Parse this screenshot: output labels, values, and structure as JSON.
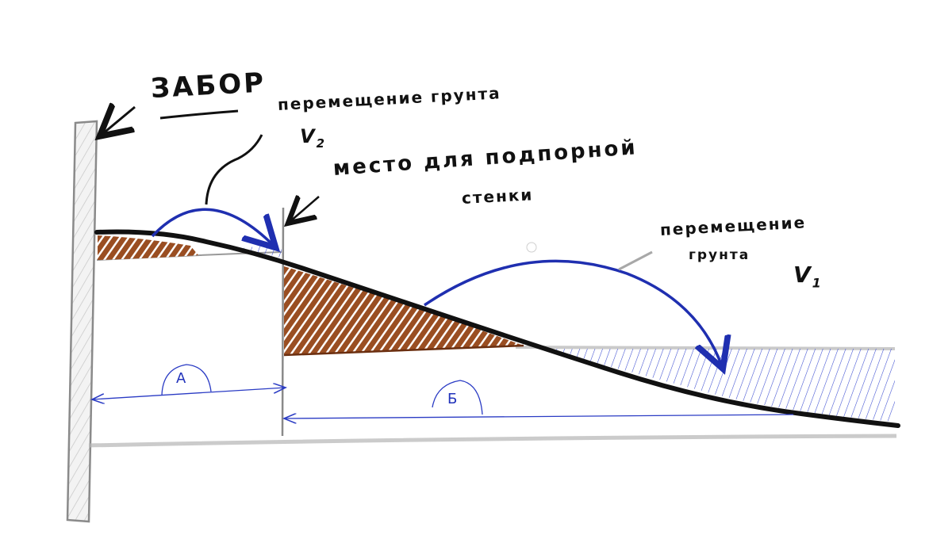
{
  "diagram": {
    "type": "hand-drawn terrain cross-section sketch",
    "colors": {
      "terrain_line": "#111111",
      "cut_soil_fill": "#9a4e22",
      "fill_soil_hatch": "#2a3bc4",
      "arrows": "#1f2fb0",
      "pencil": "#9a9a9a",
      "background": "#ffffff"
    },
    "labels": {
      "fence": "ЗАБОР",
      "soil_move_v2_title": "перемещение грунта",
      "soil_move_v2_symbol": "V",
      "soil_move_v2_index": "2",
      "wall_place_line1": "место для подпорной",
      "wall_place_line2": "стенки",
      "soil_move_v1_line1": "перемещение",
      "soil_move_v1_line2": "грунта",
      "soil_move_v1_symbol": "V",
      "soil_move_v1_index": "1"
    },
    "dimensions": {
      "a": "А",
      "b": "Б"
    },
    "elements": [
      {
        "id": "fence",
        "label": "ЗАБОР",
        "kind": "vertical post, pencil hatched"
      },
      {
        "id": "retaining-wall-place",
        "label": "место для подпорной стенки",
        "kind": "vertical pencil line"
      },
      {
        "id": "terrain-profile",
        "kind": "thick black S-curve from upper-left to lower-right"
      },
      {
        "id": "upper-cut",
        "kind": "brown hatched strip near fence"
      },
      {
        "id": "lower-cut",
        "kind": "brown hatched triangle below wall"
      },
      {
        "id": "upper-fill",
        "kind": "blue hatched wedge near wall"
      },
      {
        "id": "lower-fill",
        "kind": "blue hatched area lower right"
      },
      {
        "id": "arrow-v2",
        "label": "перемещение грунта V2"
      },
      {
        "id": "arrow-v1",
        "label": "перемещение грунта V1"
      },
      {
        "id": "dim-a",
        "label": "А",
        "from": "fence",
        "to": "wall"
      },
      {
        "id": "dim-b",
        "label": "Б",
        "from": "wall",
        "to": "right end"
      }
    ]
  }
}
